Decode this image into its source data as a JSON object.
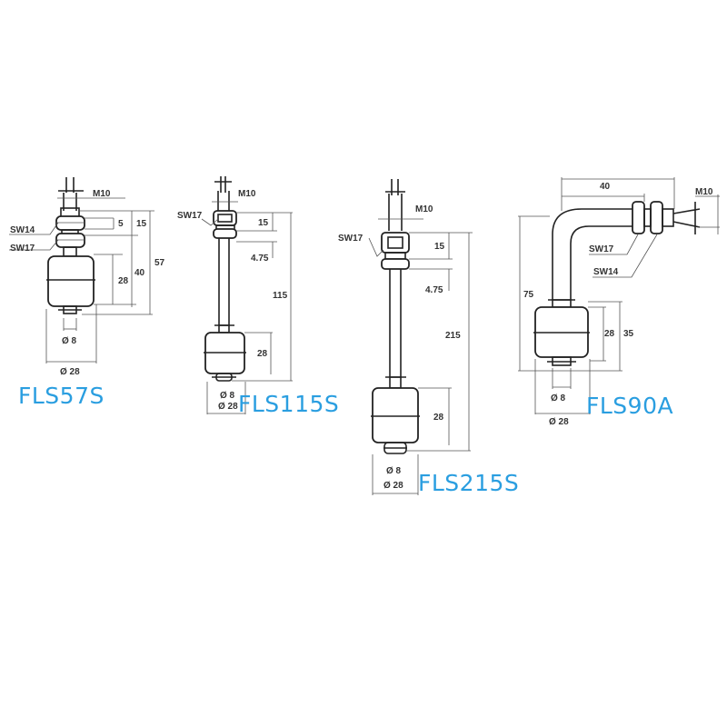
{
  "colors": {
    "model_label": "#2a9ee0",
    "line": "#222222",
    "background": "#ffffff"
  },
  "drawings": [
    {
      "model": "FLS57S",
      "thread": "M10",
      "wrench_sizes": [
        "SW14",
        "SW17"
      ],
      "dims": {
        "nut_gap": "5",
        "top_to_second_nut": "15",
        "float_height": "28",
        "switch_to_float_bottom": "40",
        "overall_length": "57",
        "inner_diameter": "Ø 8",
        "float_diameter": "Ø 28"
      }
    },
    {
      "model": "FLS115S",
      "thread": "M10",
      "wrench_sizes": [
        "SW17"
      ],
      "dims": {
        "nut_block": "15",
        "gap": "4.75",
        "overall_length": "115",
        "float_height": "28",
        "inner_diameter": "Ø 8",
        "float_diameter": "Ø 28"
      }
    },
    {
      "model": "FLS215S",
      "thread": "M10",
      "wrench_sizes": [
        "SW17"
      ],
      "dims": {
        "nut_block": "15",
        "gap": "4.75",
        "overall_length": "215",
        "float_height": "28",
        "inner_diameter": "Ø 8",
        "float_diameter": "Ø 28"
      }
    },
    {
      "model": "FLS90A",
      "thread": "M10",
      "wrench_sizes": [
        "SW17",
        "SW14"
      ],
      "dims": {
        "horizontal_length": "40",
        "vertical_length": "75",
        "float_height": "28",
        "float_with_collar": "35",
        "inner_diameter": "Ø 8",
        "float_diameter": "Ø 28"
      }
    }
  ]
}
